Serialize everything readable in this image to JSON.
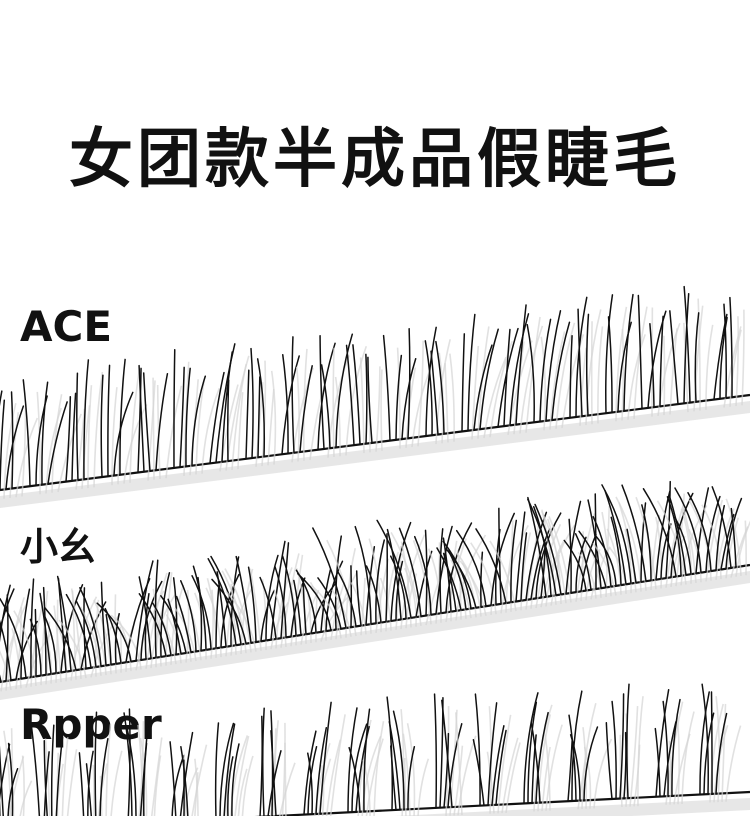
{
  "title": "女团款半成品假睫毛",
  "styles": [
    {
      "label": "ACE"
    },
    {
      "label": "小幺"
    },
    {
      "label": "Rpper"
    }
  ],
  "colors": {
    "background": "#ffffff",
    "ink": "#111111",
    "shadow": "#d4d4d4"
  }
}
